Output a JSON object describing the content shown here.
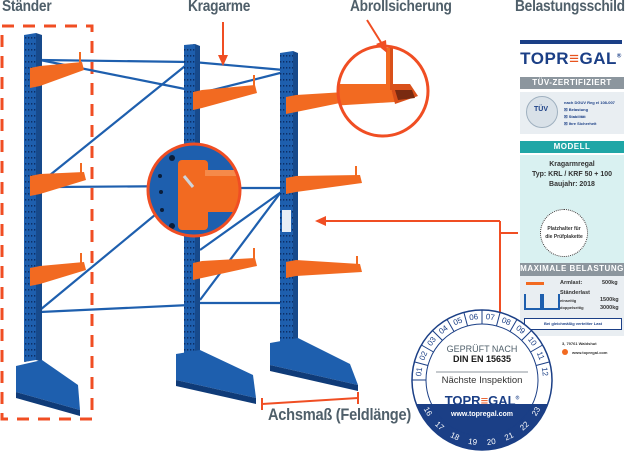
{
  "labels": {
    "staender": "Ständer",
    "kragarme": "Kragarme",
    "abrollsicherung": "Abrollsicherung",
    "belastungsschild": "Belastungsschild",
    "achsmass": "Achsmaß (Feldlänge)"
  },
  "colors": {
    "upright_blue": "#1e5fae",
    "arm_orange": "#f26a21",
    "annotation_orange": "#f04e23",
    "label_gray": "#4f5f6a",
    "brand_navy": "#1b3f86",
    "teal": "#1fa6a6"
  },
  "sign": {
    "brand_pre": "TOPR",
    "brand_e": "≡",
    "brand_post": "GAL",
    "brand_reg": "®",
    "tuv_header": "TÜV-ZERTIFIZIERT",
    "tuv_seal": "TÜV",
    "tuv_lines": [
      "nach DGUV Reg el 108-007",
      "☒ Belastung",
      "☒ Stabilität",
      "☒ Ihre Sicherheit"
    ],
    "modell_header": "MODELL",
    "modell_name": "Kragarmregal",
    "modell_type": "Typ: KRL / KRF 50 + 100",
    "modell_year": "Baujahr: 2018",
    "placeholder_line1": "Platzhalter für",
    "placeholder_line2": "die Prüfplakette",
    "load_header": "MAXIMALE BELASTUNG",
    "armlast_label": "Armlast:",
    "armlast_value": "500kg",
    "staenderlast_label": "Ständerlast",
    "einseitig_label": "einseitig",
    "einseitig_value": "1500kg",
    "doppelseitig_label": "doppelseitig",
    "doppelseitig_value": "3000kg",
    "load_note": "Bei gleichmäßig verteilter Last",
    "address": "3, 79761 Waldshut",
    "website_small": "www.topregal.com"
  },
  "disk": {
    "line1": "GEPRÜFT NACH",
    "line2": "DIN EN 15635",
    "line3": "Nächste Inspektion",
    "brand_pre": "TOPR",
    "brand_e": "≡",
    "brand_post": "GAL",
    "brand_reg": "®",
    "website": "www.topregal.com",
    "months": [
      "01",
      "02",
      "03",
      "04",
      "05",
      "06",
      "07",
      "08",
      "09",
      "10",
      "11",
      "12"
    ],
    "years": [
      "16",
      "17",
      "18",
      "19",
      "20",
      "21",
      "22",
      "23"
    ]
  }
}
